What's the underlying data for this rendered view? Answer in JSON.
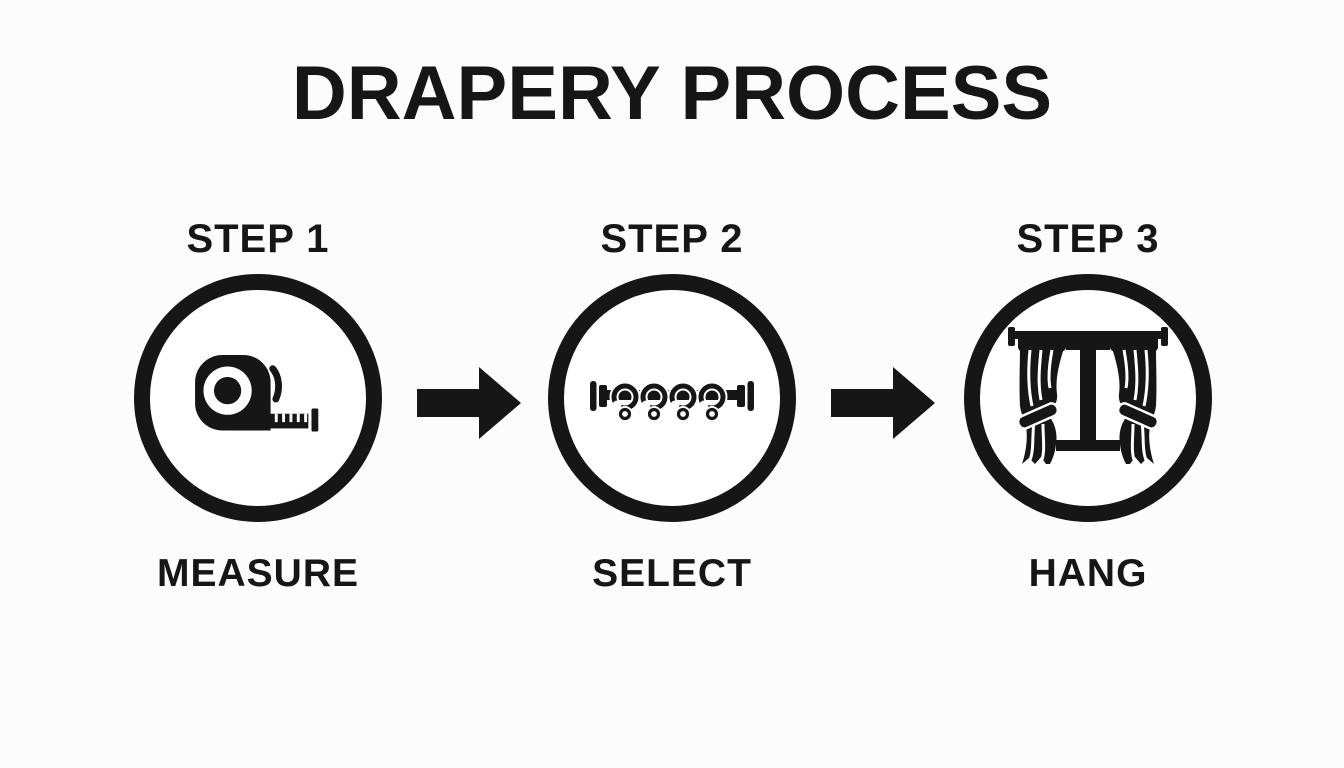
{
  "title": "DRAPERY PROCESS",
  "colors": {
    "ink": "#161616",
    "background": "#fcfcfc"
  },
  "steps": [
    {
      "label": "STEP 1",
      "name": "MEASURE",
      "icon": "tape-measure-icon"
    },
    {
      "label": "STEP 2",
      "name": "SELECT",
      "icon": "curtain-rod-icon"
    },
    {
      "label": "STEP 3",
      "name": "HANG",
      "icon": "curtains-icon"
    }
  ],
  "connectors": [
    {
      "icon": "arrow-right-icon",
      "direction": "right"
    },
    {
      "icon": "arrow-right-icon",
      "direction": "right"
    }
  ]
}
